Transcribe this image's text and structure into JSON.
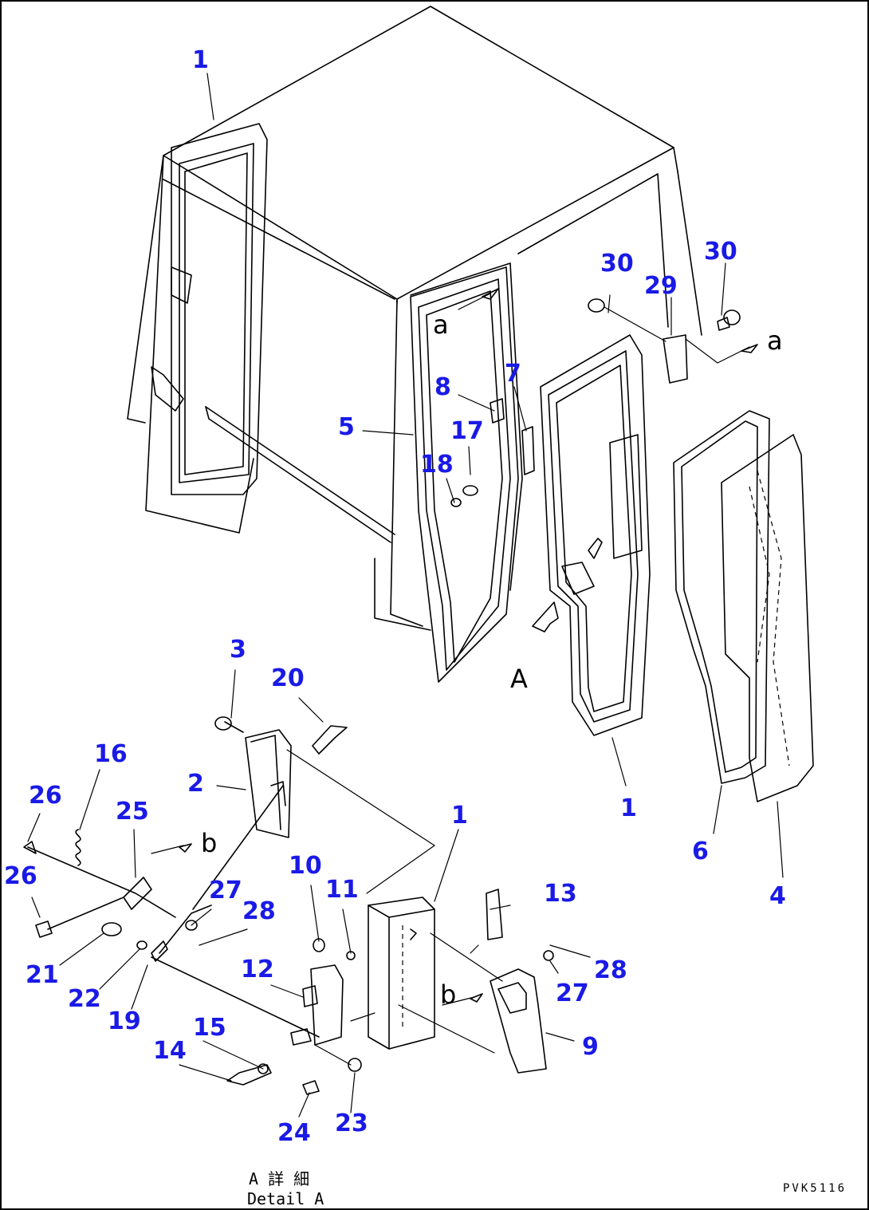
{
  "callouts": [
    {
      "id": "c1a",
      "text": "1"
    },
    {
      "id": "c30a",
      "text": "30"
    },
    {
      "id": "c30b",
      "text": "30"
    },
    {
      "id": "c29",
      "text": "29"
    },
    {
      "id": "c7",
      "text": "7"
    },
    {
      "id": "c8",
      "text": "8"
    },
    {
      "id": "c5",
      "text": "5"
    },
    {
      "id": "c17",
      "text": "17"
    },
    {
      "id": "c18",
      "text": "18"
    },
    {
      "id": "c3",
      "text": "3"
    },
    {
      "id": "c20",
      "text": "20"
    },
    {
      "id": "c16",
      "text": "16"
    },
    {
      "id": "c2",
      "text": "2"
    },
    {
      "id": "c26a",
      "text": "26"
    },
    {
      "id": "c25",
      "text": "25"
    },
    {
      "id": "c26b",
      "text": "26"
    },
    {
      "id": "c1b",
      "text": "1"
    },
    {
      "id": "c1c",
      "text": "1"
    },
    {
      "id": "c6",
      "text": "6"
    },
    {
      "id": "c4",
      "text": "4"
    },
    {
      "id": "c10",
      "text": "10"
    },
    {
      "id": "c11",
      "text": "11"
    },
    {
      "id": "c13",
      "text": "13"
    },
    {
      "id": "c27a",
      "text": "27"
    },
    {
      "id": "c28a",
      "text": "28"
    },
    {
      "id": "c21",
      "text": "21"
    },
    {
      "id": "c22",
      "text": "22"
    },
    {
      "id": "c19",
      "text": "19"
    },
    {
      "id": "c12",
      "text": "12"
    },
    {
      "id": "c28b",
      "text": "28"
    },
    {
      "id": "c27b",
      "text": "27"
    },
    {
      "id": "c15",
      "text": "15"
    },
    {
      "id": "c14",
      "text": "14"
    },
    {
      "id": "c9",
      "text": "9"
    },
    {
      "id": "c24",
      "text": "24"
    },
    {
      "id": "c23",
      "text": "23"
    }
  ],
  "reference_letters": {
    "a_left": "a",
    "a_right": "a",
    "b_top": "b",
    "b_bottom": "b",
    "view_a": "A"
  },
  "caption": {
    "line1": "A 詳 細",
    "line2": "Detail A"
  },
  "drawing_number": "PVK5116",
  "colors": {
    "callout": "#1a1ae6",
    "linework": "#000000",
    "background": "#ffffff"
  }
}
